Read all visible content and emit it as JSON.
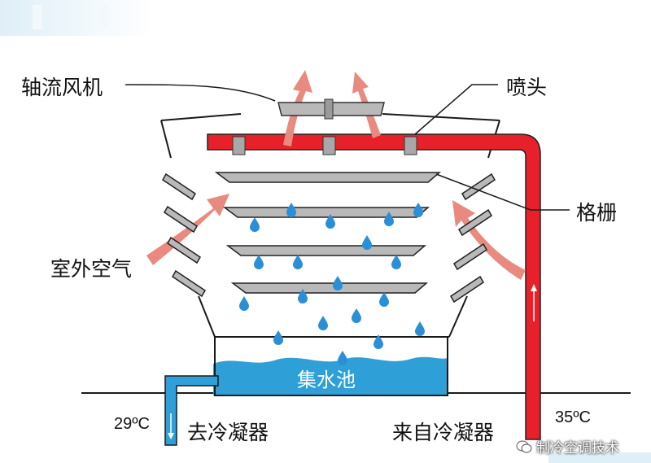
{
  "labels": {
    "fan": "轴流风机",
    "nozzle": "喷头",
    "grille": "格栅",
    "outdoor_air": "室外空气",
    "basin": "集水池",
    "to_condenser": "去冷凝器",
    "from_condenser": "来自冷凝器",
    "temp_out": "29ºC",
    "temp_in": "35ºC",
    "watermark": "制冷空调技术"
  },
  "colors": {
    "hot_water_pipe": "#e8202a",
    "cold_water": "#2f9fd8",
    "airflow_arrow": "#e98a80",
    "grille": "#b9b9b9",
    "droplet": "#2b8fd8",
    "casing_outline": "#1a1a1a"
  },
  "icons": {
    "fan": "fan-icon",
    "droplet": "water-drop-icon",
    "watermark": "wechat-icon"
  }
}
